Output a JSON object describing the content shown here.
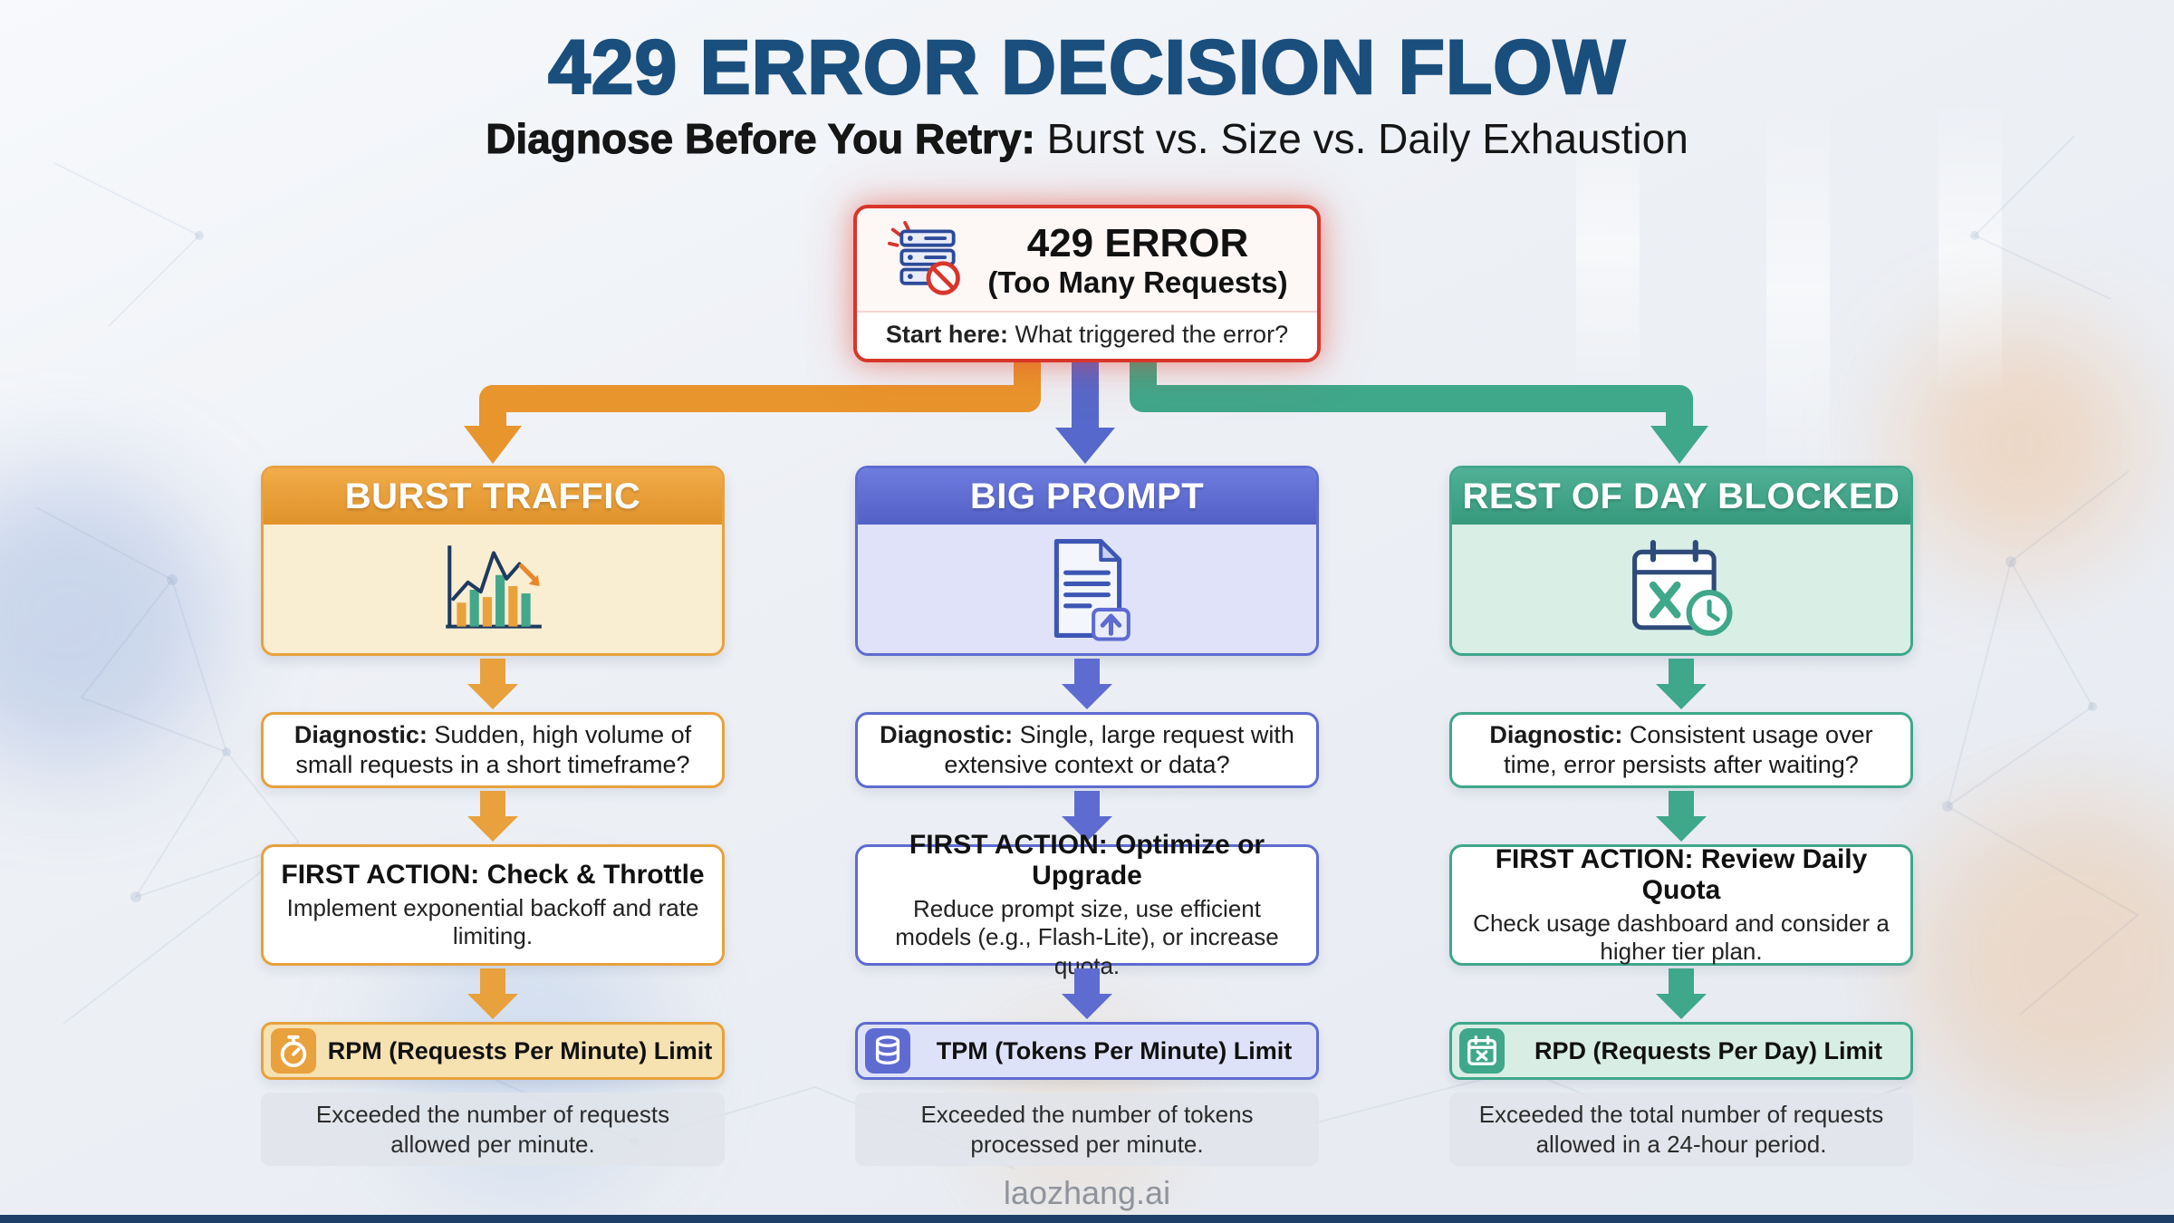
{
  "page": {
    "title": "429 ERROR DECISION FLOW",
    "subtitle_bold": "Diagnose Before You Retry:",
    "subtitle_rest": " Burst vs. Size vs. Daily Exhaustion",
    "watermark": "laozhang.ai"
  },
  "root": {
    "title": "429 ERROR",
    "subtitle": "(Too Many Requests)",
    "hint_bold": "Start here:",
    "hint_rest": " What triggered the error?",
    "icon": "server-blocked-icon"
  },
  "columns": [
    {
      "id": "burst-traffic",
      "header": "BURST TRAFFIC",
      "header_icon": "burst-chart-icon",
      "accent_color": "#E8A13C",
      "diagnostic_label": "Diagnostic:",
      "diagnostic_text": " Sudden, high volume of small requests in a short timeframe?",
      "action_title": "FIRST ACTION: Check & Throttle",
      "action_text": "Implement exponential backoff and rate limiting.",
      "limit_icon": "stopwatch-icon",
      "limit_label": "RPM (Requests Per Minute) Limit",
      "footer": "Exceeded the number of requests allowed per minute."
    },
    {
      "id": "big-prompt",
      "header": "BIG PROMPT",
      "header_icon": "document-upload-icon",
      "accent_color": "#5E6BD0",
      "diagnostic_label": "Diagnostic:",
      "diagnostic_text": " Single, large request with extensive context or data?",
      "action_title": "FIRST ACTION: Optimize or Upgrade",
      "action_text": "Reduce prompt size, use efficient models (e.g., Flash-Lite), or increase quota.",
      "limit_icon": "database-icon",
      "limit_label": "TPM (Tokens Per Minute) Limit",
      "footer": "Exceeded the number of tokens processed per minute."
    },
    {
      "id": "rest-of-day-blocked",
      "header": "REST OF DAY BLOCKED",
      "header_icon": "calendar-blocked-icon",
      "accent_color": "#3FA78A",
      "diagnostic_label": "Diagnostic:",
      "diagnostic_text": " Consistent usage over time, error persists after waiting?",
      "action_title": "FIRST ACTION: Review Daily Quota",
      "action_text": "Check usage dashboard and consider a higher tier plan.",
      "limit_icon": "calendar-x-icon",
      "limit_label": "RPD (Requests Per Day) Limit",
      "footer": "Exceeded the total number of requests allowed in a 24-hour period."
    }
  ],
  "colors": {
    "title_navy": "#1A4E7D",
    "error_red": "#D8362A",
    "burst_orange": "#E8A13C",
    "prompt_blue": "#5E6BD0",
    "daily_teal": "#3FA78A",
    "footer_gray": "#E8EAEF",
    "bottom_bar_navy": "#1D3F68"
  }
}
